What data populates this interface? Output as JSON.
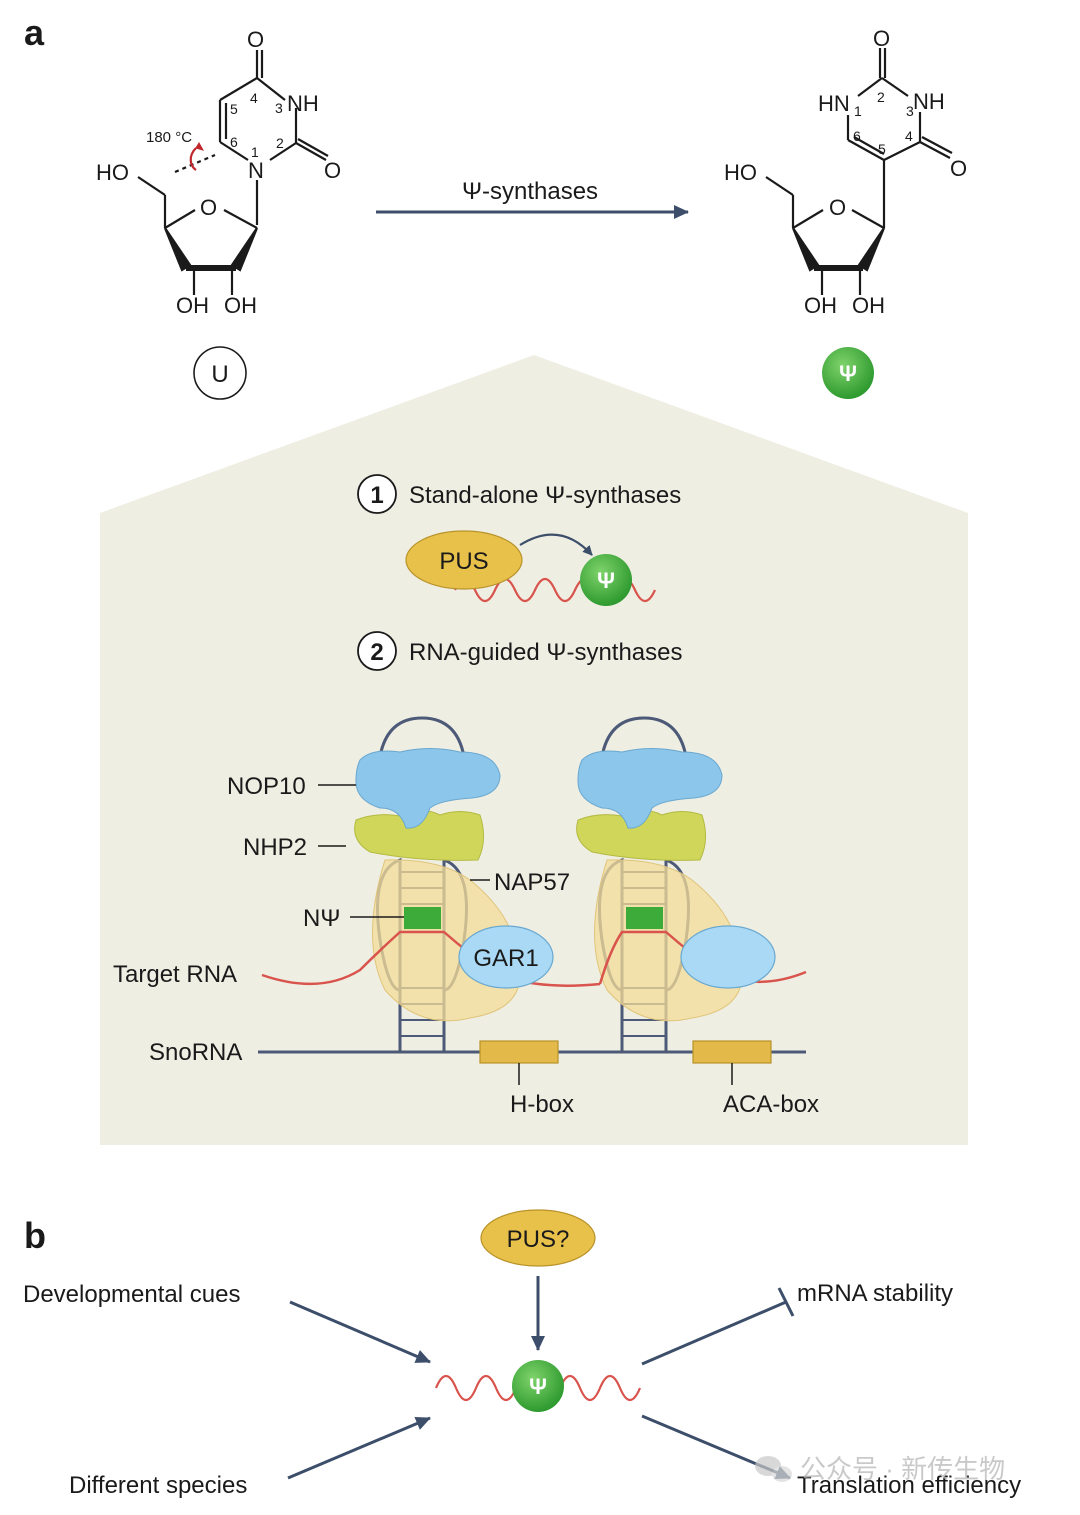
{
  "panels": {
    "a": "a",
    "b": "b"
  },
  "panel_a": {
    "uridine": {
      "atoms": {
        "o_top": "O",
        "nh": "NH",
        "n": "N",
        "o_right": "O",
        "ho": "HO",
        "ring_o": "O",
        "oh1": "OH",
        "oh2": "OH"
      },
      "ring_numbers": {
        "n1": "1",
        "n2": "2",
        "n3": "3",
        "n4": "4",
        "n5": "5",
        "n6": "6"
      },
      "rotation_note": "180 °C",
      "badge": "U"
    },
    "pseudouridine": {
      "atoms": {
        "o_top": "O",
        "hn": "HN",
        "nh": "NH",
        "o_right": "O",
        "ho": "HO",
        "ring_o": "O",
        "oh1": "OH",
        "oh2": "OH"
      },
      "ring_numbers": {
        "n1": "1",
        "n2": "2",
        "n3": "3",
        "n4": "4",
        "n5": "5",
        "n6": "6"
      },
      "badge": "Ψ"
    },
    "arrow_label": "Ψ-synthases",
    "step1": {
      "number": "1",
      "label": "Stand-alone Ψ-synthases",
      "enzyme": "PUS",
      "psi": "Ψ"
    },
    "step2": {
      "number": "2",
      "label": "RNA-guided Ψ-synthases"
    },
    "complex_labels": {
      "nop10": "NOP10",
      "nhp2": "NHP2",
      "nap57": "NAP57",
      "npsi": "NΨ",
      "gar1": "GAR1",
      "target_rna": "Target RNA",
      "snorna": "SnoRNA",
      "hbox": "H-box",
      "acabox": "ACA-box"
    }
  },
  "panel_b": {
    "enzyme": "PUS?",
    "psi": "Ψ",
    "inputs": {
      "top_left": "Developmental cues",
      "bottom_left": "Different species"
    },
    "outputs": {
      "top_right": "mRNA stability",
      "bottom_right": "Translation efficiency"
    }
  },
  "watermark": "公众号 · 新传生物",
  "colors": {
    "arrow": "#3c4e6a",
    "psi_green": "#3cab3a",
    "pus_yellow": "#e8c14a",
    "rna_red": "#d8544c",
    "nop10_blue": "#8cc6ea",
    "nhp2_green": "#cfd65a",
    "nap57_yellow": "#f4dc98",
    "gar1_blue": "#a9d9f5",
    "box_yellow": "#e3b94a",
    "panel_bg": "#efeee3"
  }
}
